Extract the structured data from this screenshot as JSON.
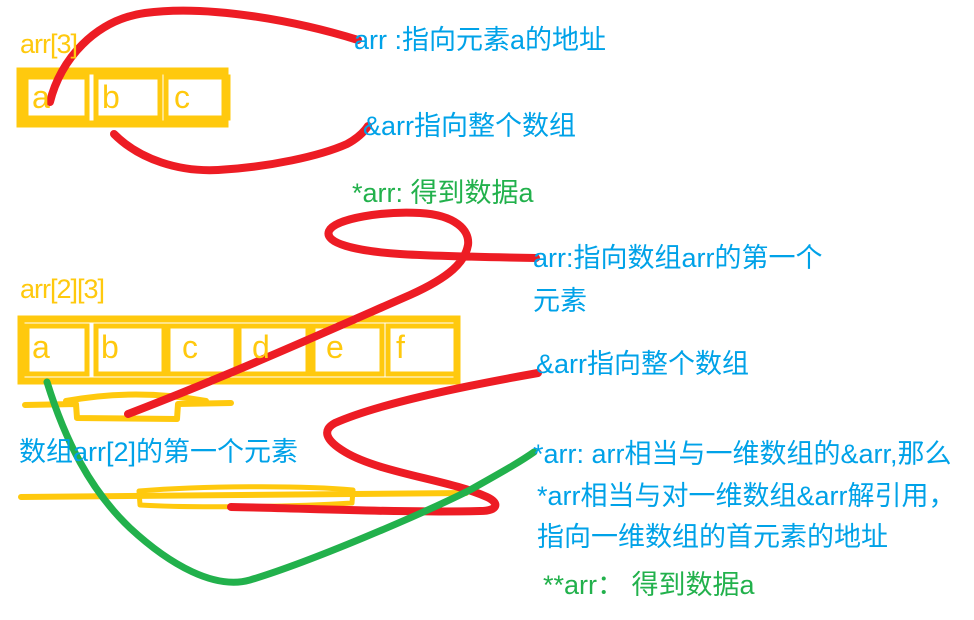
{
  "canvas": {
    "colors": {
      "yellow": "#FFC90E",
      "red": "#ED1C24",
      "green": "#22B14C",
      "blue": "#00A2E8"
    },
    "array1": {
      "label": "arr[3]",
      "cells": [
        "a",
        "b",
        "c"
      ]
    },
    "array2": {
      "label": "arr[2][3]",
      "cells": [
        "a",
        "b",
        "c",
        "d",
        "e",
        "f"
      ]
    },
    "notes": {
      "arr_addr": "arr :指向元素a的地址",
      "amp_arr_1": "&arr指向整个数组",
      "star_arr_data": "*arr: 得到数据a",
      "arr_first_1": "arr:指向数组arr的第一个",
      "arr_first_2": "元素",
      "amp_arr_2": "&arr指向整个数组",
      "arr2_first_elem": "数组arr[2]的第一个元素",
      "star_arr_1": "*arr: arr相当与一维数组的&arr,那么",
      "star_arr_2": "*arr相当与对一维数组&arr解引用，",
      "star_arr_3": "指向一维数组的首元素的地址",
      "double_star": "**arr： 得到数据a"
    }
  }
}
